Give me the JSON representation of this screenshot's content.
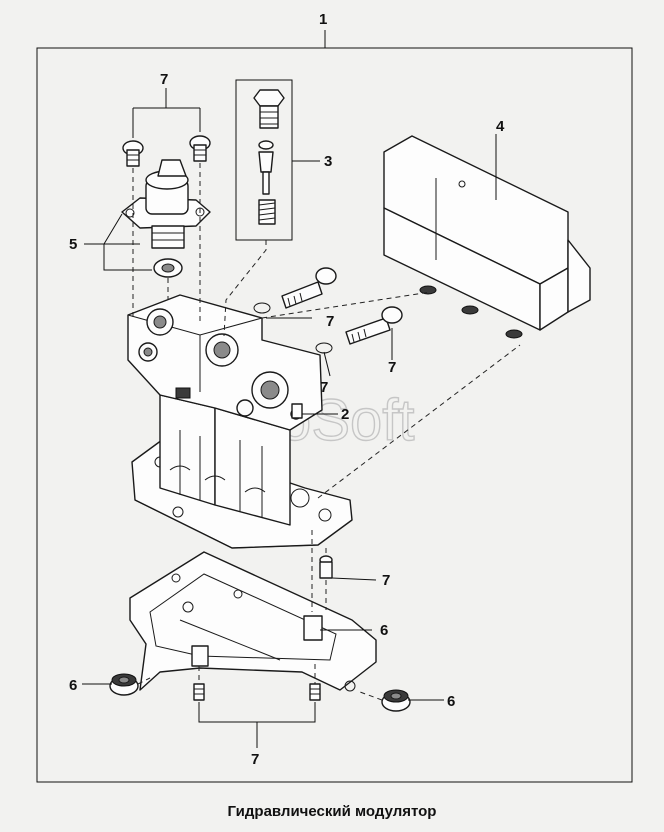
{
  "callouts": {
    "c1": "1",
    "c2": "2",
    "c3": "3",
    "c4": "4",
    "c5": "5",
    "c6a": "6",
    "c6b": "6",
    "c6c": "6",
    "c7a": "7",
    "c7b": "7",
    "c7c": "7",
    "c7d": "7",
    "c7e": "7",
    "c7f": "7"
  },
  "watermark": "AutoSoft",
  "caption": "Гидравлический модулятор"
}
